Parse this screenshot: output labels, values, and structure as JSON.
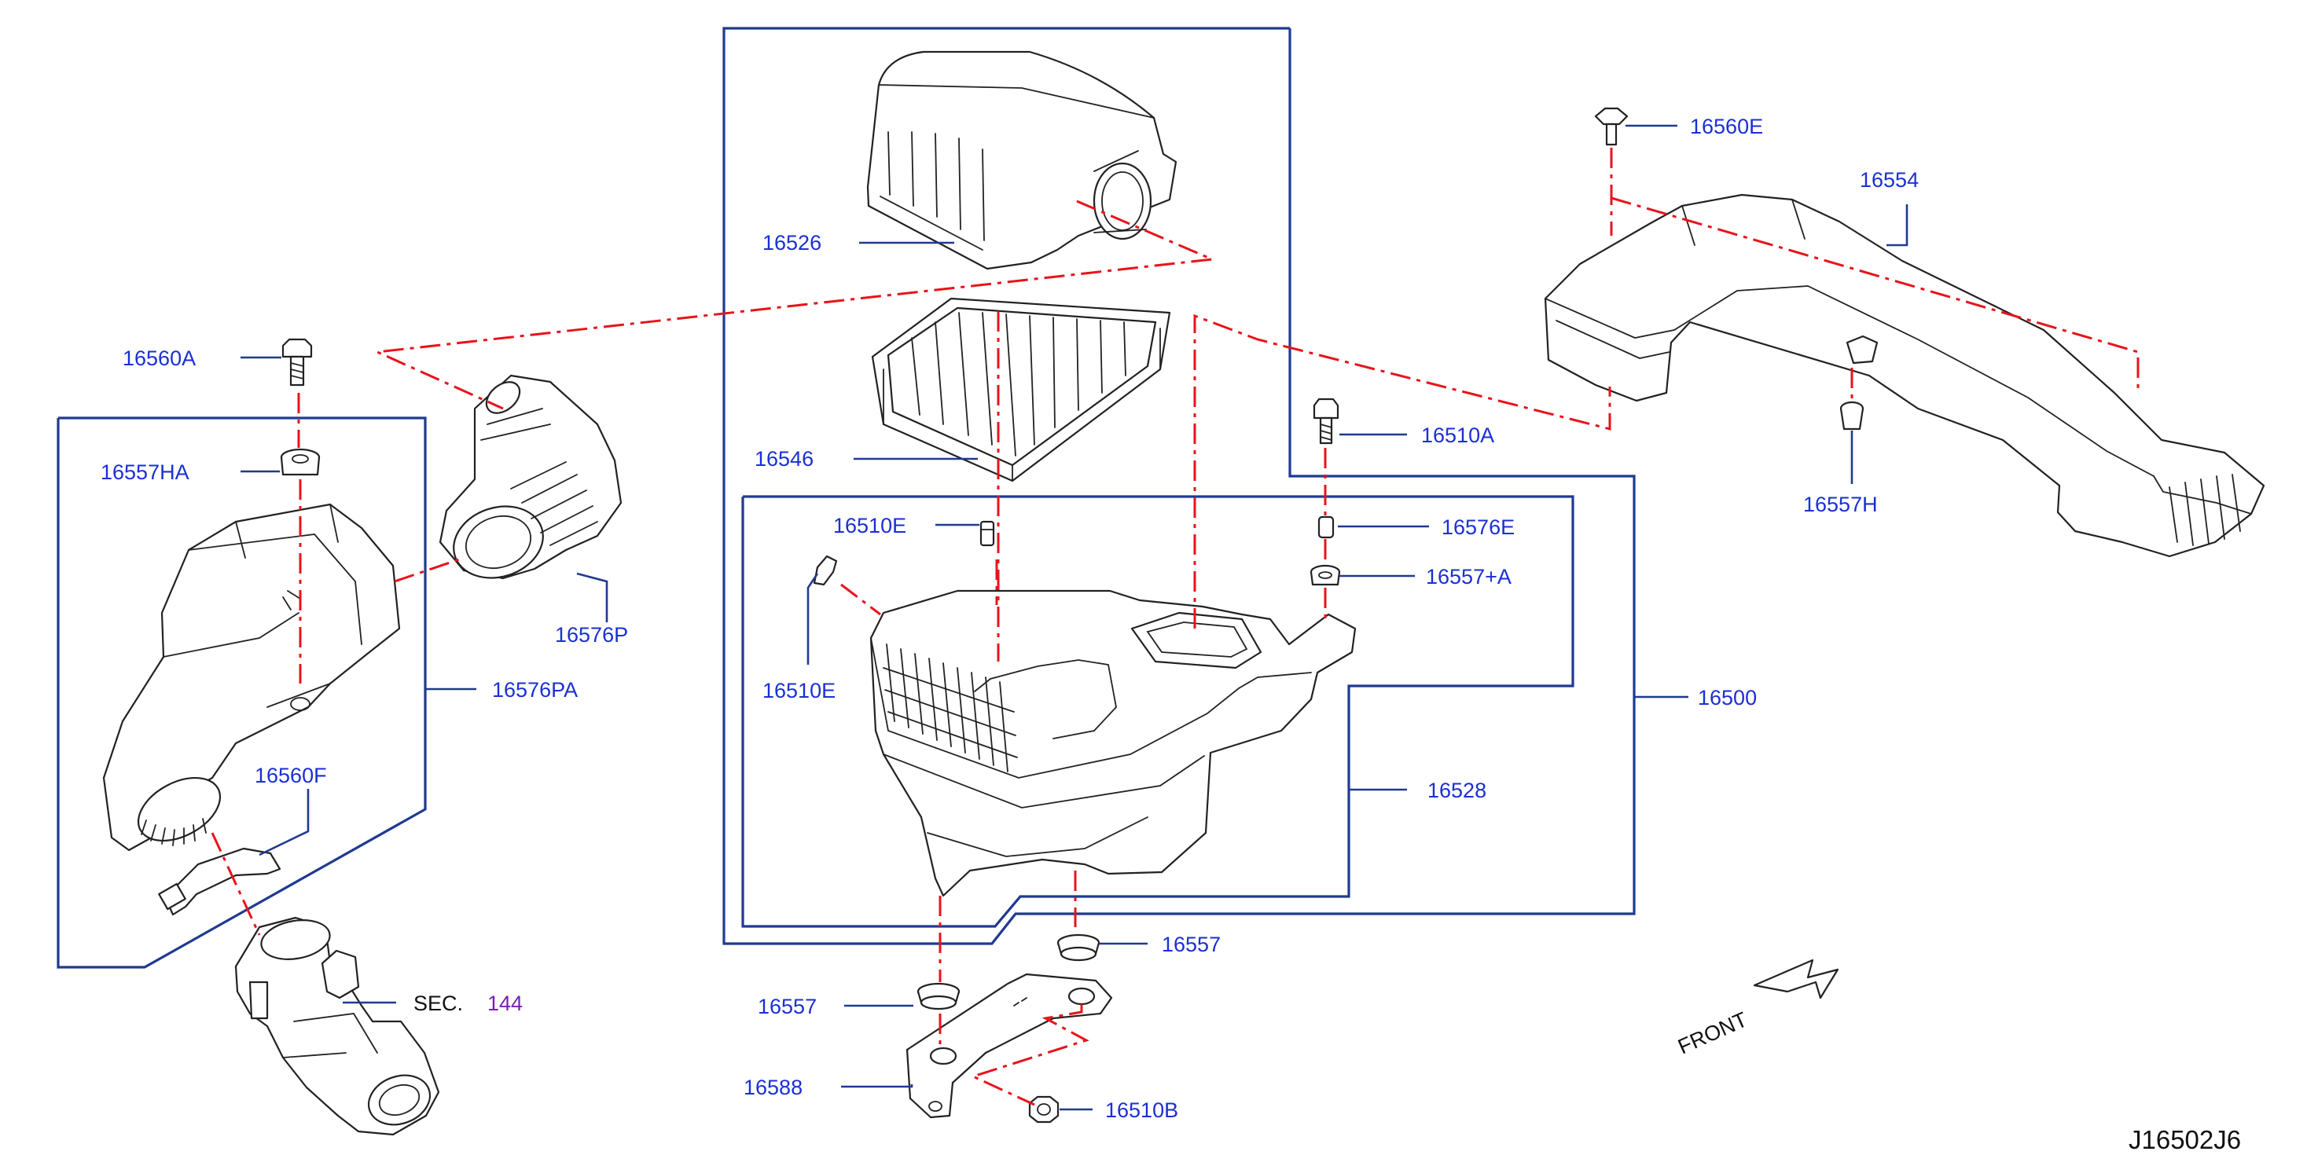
{
  "diagram_id": "J16502J6",
  "front_label": "FRONT",
  "sec_reference": {
    "prefix": "SEC.",
    "number": "144"
  },
  "part_labels": {
    "p16526": "16526",
    "p16546": "16546",
    "p16560A": "16560A",
    "p16557HA": "16557HA",
    "p16576P": "16576P",
    "p16576PA": "16576PA",
    "p16560F": "16560F",
    "p16510E_top": "16510E",
    "p16510E_left": "16510E",
    "p16510A": "16510A",
    "p16576E": "16576E",
    "p16557A": "16557+A",
    "p16500": "16500",
    "p16528": "16528",
    "p16557_right": "16557",
    "p16557_left": "16557",
    "p16588": "16588",
    "p16510B": "16510B",
    "p16560E": "16560E",
    "p16554": "16554",
    "p16557H": "16557H"
  },
  "colors": {
    "label": "#1a2fd6",
    "box_line": "#1f3a8f",
    "phantom_line": "#e8131b",
    "sec_number": "#7a1fb8"
  }
}
